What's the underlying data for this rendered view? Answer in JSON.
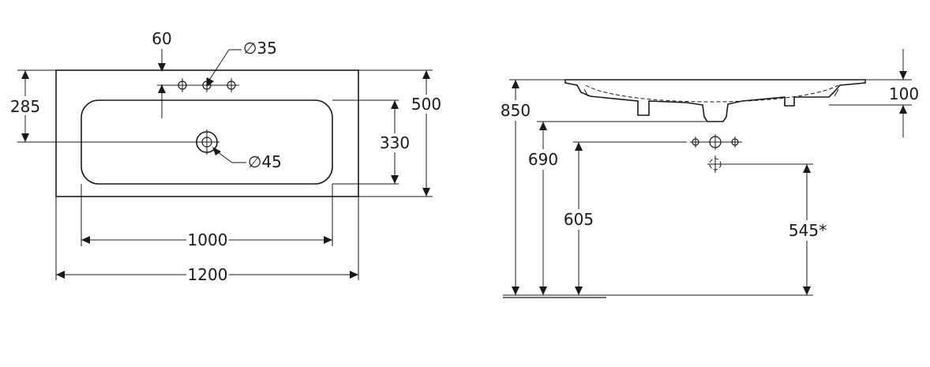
{
  "plan_view": {
    "dim_tap_offset": "60",
    "dim_tap_hole": "∅35",
    "dim_tap_depth": "285",
    "dim_basin_depth": "330",
    "dim_total_depth": "500",
    "dim_drain": "∅45",
    "dim_bowl_width": "1000",
    "dim_total_width": "1200"
  },
  "side_view": {
    "dim_height": "850",
    "dim_thickness": "100",
    "dim_bowl_height": "690",
    "dim_tap_height": "605",
    "dim_waste_height": "545*"
  }
}
